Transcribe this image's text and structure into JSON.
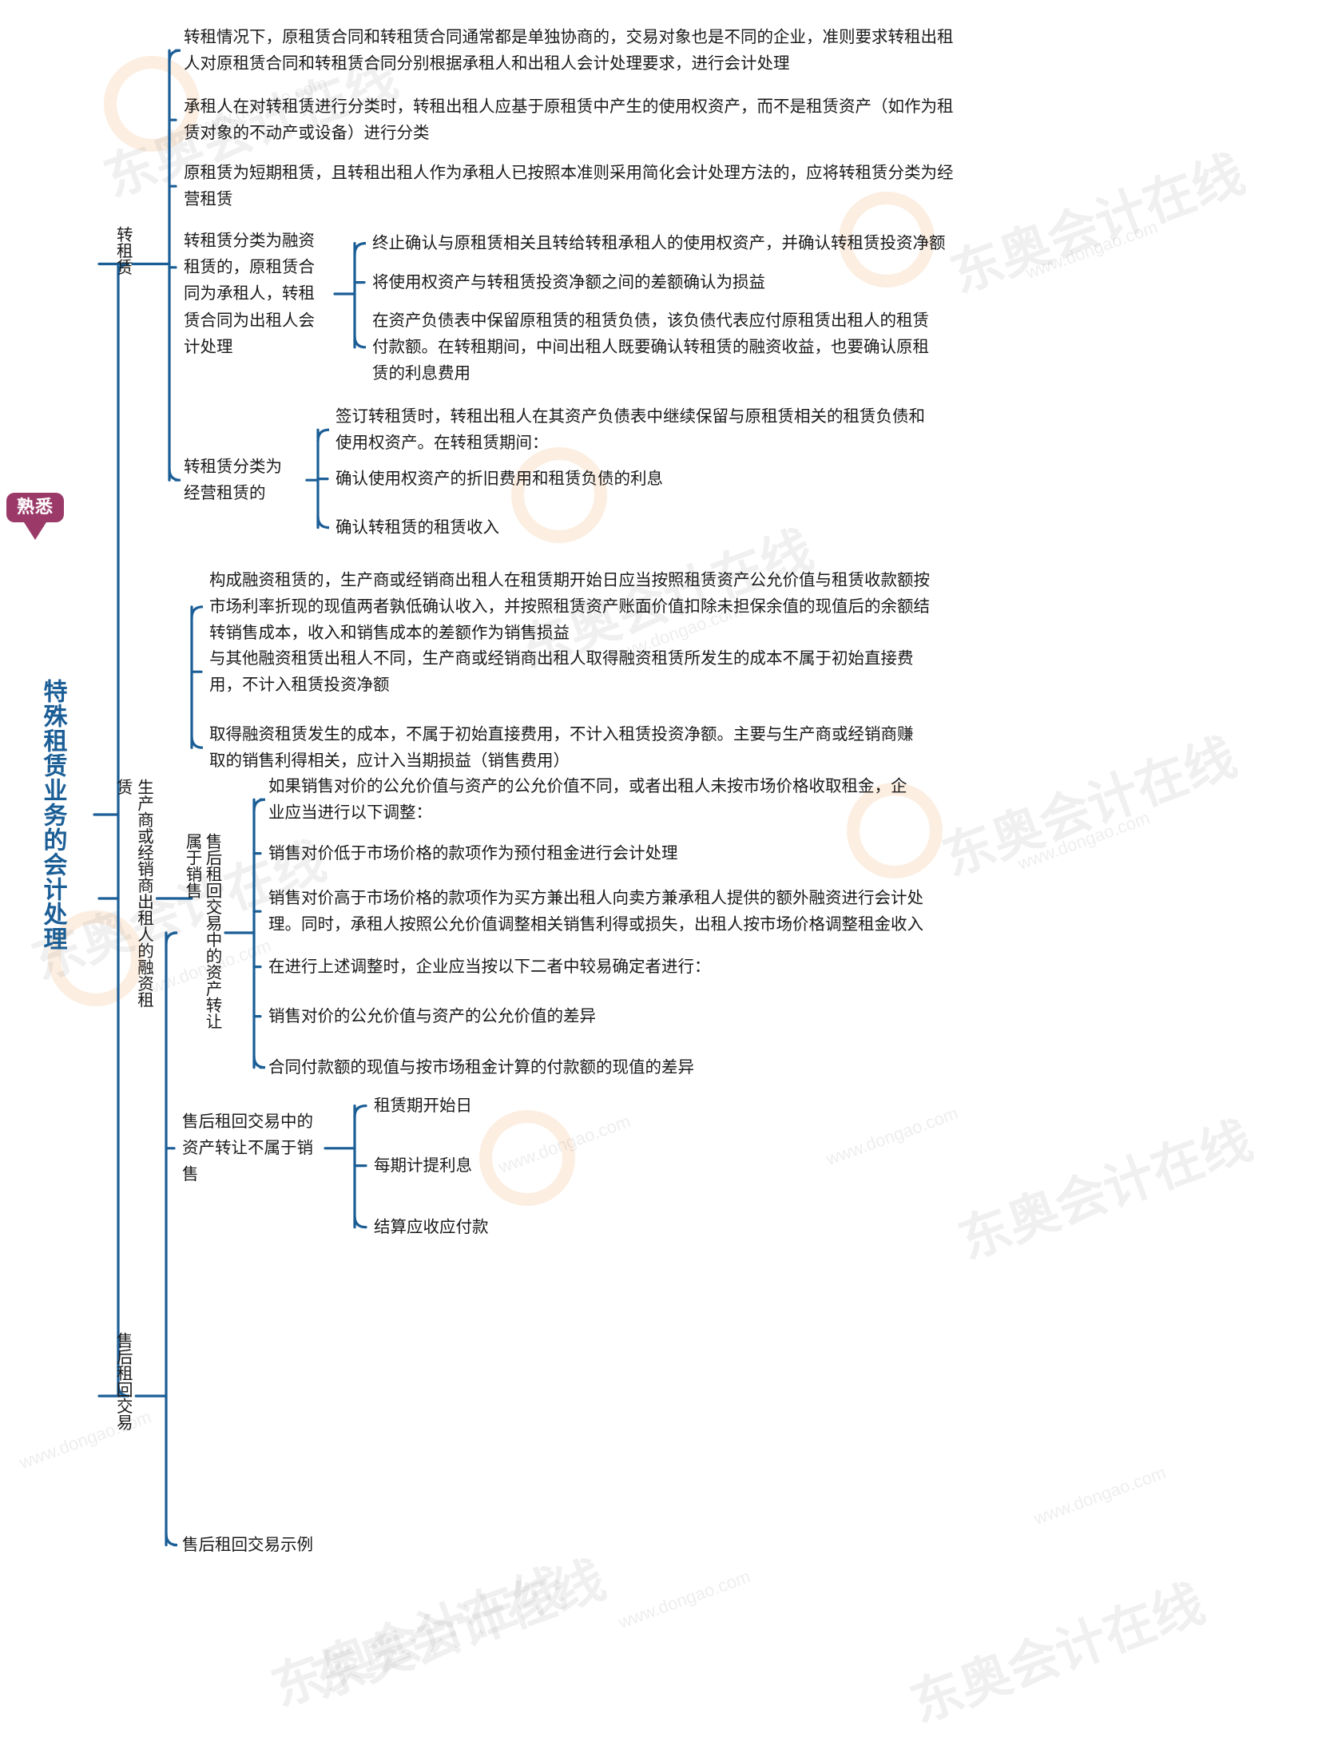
{
  "badge": {
    "label": "熟悉"
  },
  "root": {
    "title": "特殊租赁业务的会计处理"
  },
  "colors": {
    "branch_line": "#1b5e96",
    "root_text": "#1b5e96",
    "badge_bg": "#9b3a68",
    "node_text": "#1a1a1a",
    "background": "#ffffff",
    "watermark": "#969696"
  },
  "branches": {
    "sublease": {
      "label": "转租赁",
      "children": {
        "c1": "转租情况下，原租赁合同和转租赁合同通常都是单独协商的，交易对象也是不同的企业，准则要求转租出租\n人对原租赁合同和转租赁合同分别根据承租人和出租人会计处理要求，进行会计处理",
        "c2": "承租人在对转租赁进行分类时，转租出租人应基于原租赁中产生的使用权资产，而不是租赁资产（如作为租\n赁对象的不动产或设备）进行分类",
        "c3": "原租赁为短期租赁，且转租出租人作为承租人已按照本准则采用简化会计处理方法的，应将转租赁分类为经\n营租赁",
        "c4": {
          "label": "转租赁分类为融资\n租赁的，原租赁合\n同为承租人，转租\n赁合同为出租人会\n计处理",
          "children": [
            "终止确认与原租赁相关且转给转租承租人的使用权资产，并确认转租赁投资净额",
            "将使用权资产与转租赁投资净额之间的差额确认为损益",
            "在资产负债表中保留原租赁的租赁负债，该负债代表应付原租赁出租人的租赁\n付款额。在转租期间，中间出租人既要确认转租赁的融资收益，也要确认原租\n赁的利息费用"
          ]
        },
        "c5": {
          "label": "转租赁分类为\n经营租赁的",
          "children": [
            "签订转租赁时，转租出租人在其资产负债表中继续保留与原租赁相关的租赁负债和\n使用权资产。在转租赁期间：",
            "确认使用权资产的折旧费用和租赁负债的利息",
            "确认转租赁的租赁收入"
          ]
        }
      }
    },
    "manufacturer_lease": {
      "label": "生产商或经销商出租人的融资租赁",
      "children": [
        "构成融资租赁的，生产商或经销商出租人在租赁期开始日应当按照租赁资产公允价值与租赁收款额按\n市场利率折现的现值两者孰低确认收入，并按照租赁资产账面价值扣除未担保余值的现值后的余额结\n转销售成本，收入和销售成本的差额作为销售损益",
        "与其他融资租赁出租人不同，生产商或经销商出租人取得融资租赁所发生的成本不属于初始直接费\n用，不计入租赁投资净额",
        "取得融资租赁发生的成本，不属于初始直接费用，不计入租赁投资净额。主要与生产商或经销商赚\n取的销售利得相关，应计入当期损益（销售费用）"
      ]
    },
    "sale_leaseback": {
      "label": "售后租回交易",
      "children": {
        "is_sale": {
          "label": "售后租回交易中的资产转让属于销售",
          "children": [
            "如果销售对价的公允价值与资产的公允价值不同，或者出租人未按市场价格收取租金，企\n业应当进行以下调整：",
            "销售对价低于市场价格的款项作为预付租金进行会计处理",
            "销售对价高于市场价格的款项作为买方兼出租人向卖方兼承租人提供的额外融资进行会计处\n理。同时，承租人按照公允价值调整相关销售利得或损失，出租人按市场价格调整租金收入",
            "在进行上述调整时，企业应当按以下二者中较易确定者进行：",
            "销售对价的公允价值与资产的公允价值的差异",
            "合同付款额的现值与按市场租金计算的付款额的现值的差异"
          ]
        },
        "not_sale": {
          "label": "售后租回交易中的\n资产转让不属于销\n售",
          "children": [
            "租赁期开始日",
            "每期计提利息",
            "结算应收应付款"
          ]
        },
        "example": "售后租回交易示例"
      }
    }
  },
  "watermarks": {
    "text_small": "www.dongao.com",
    "text_big": "东奥会计在线"
  }
}
